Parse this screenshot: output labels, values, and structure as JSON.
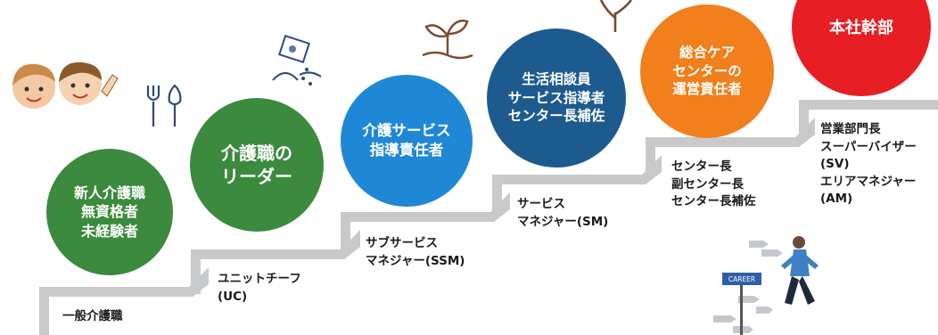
{
  "colors": {
    "stair": "#c8c9ca",
    "green": "#3b8a3e",
    "blue": "#1f88d6",
    "navy": "#1d5b8e",
    "orange": "#f07f1c",
    "red": "#e81e25"
  },
  "steps": [
    {
      "circle_lines": [
        "新人介護職",
        "無資格者",
        "未経験者"
      ],
      "color_key": "green",
      "position_lines": [
        "一般介護職"
      ]
    },
    {
      "circle_lines": [
        "介護職の",
        "リーダー"
      ],
      "color_key": "green",
      "position_lines": [
        "ユニットチーフ",
        "(UC)"
      ]
    },
    {
      "circle_lines": [
        "介護サービス",
        "指導責任者"
      ],
      "color_key": "blue",
      "position_lines": [
        "サブサービス",
        "マネジャー(SSM)"
      ]
    },
    {
      "circle_lines": [
        "生活相談員",
        "サービス指導者",
        "センター長補佐"
      ],
      "color_key": "navy",
      "position_lines": [
        "サービス",
        "マネジャー(SM)"
      ]
    },
    {
      "circle_lines": [
        "総合ケア",
        "センターの",
        "運営責任者"
      ],
      "color_key": "orange",
      "position_lines": [
        "センター長",
        "副センター長",
        "センター長補佐"
      ]
    },
    {
      "circle_lines": [
        "本社幹部"
      ],
      "color_key": "red",
      "position_lines": [
        "営業部門長",
        "スーパーバイザー",
        "(SV)",
        "エリアマネジャー",
        "(AM)"
      ]
    }
  ],
  "icons": {
    "kids": "children-illustration-icon",
    "tools": "garden-tools-icon",
    "seeds": "seed-packet-icon",
    "sprout": "sprout-icon",
    "tree": "tree-icon",
    "runner": "career-runner-icon"
  },
  "signpost_text": "CAREER"
}
